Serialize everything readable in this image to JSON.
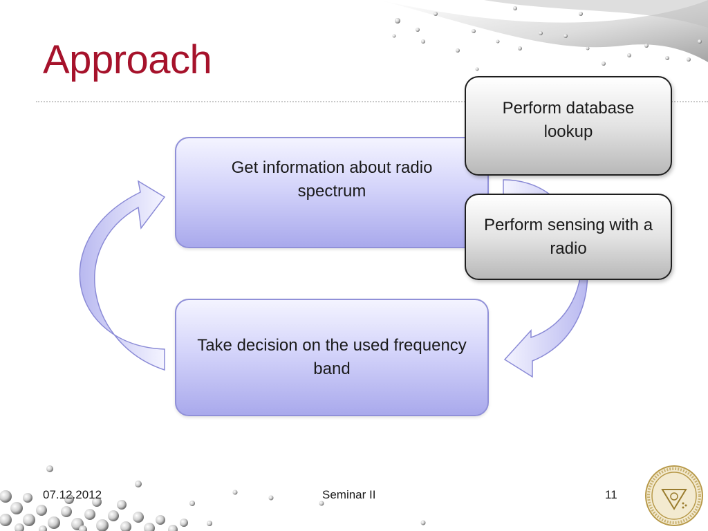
{
  "slide": {
    "title": "Approach"
  },
  "diagram": {
    "steps": [
      {
        "label": "Get information about radio spectrum"
      },
      {
        "label": "Take decision on the used frequency band"
      }
    ],
    "sub_steps": [
      {
        "label": "Perform database lookup"
      },
      {
        "label": "Perform sensing with a radio"
      }
    ]
  },
  "footer": {
    "date": "07.12.2012",
    "center": "Seminar II",
    "page": "11"
  },
  "colors": {
    "title": "#a6122b",
    "process_box": "#c4c4f4",
    "process_border": "#9090d8",
    "sub_box": "#d6d6d6",
    "sub_border": "#1e1e1e"
  },
  "icons": {
    "seal": "university-seal-icon"
  }
}
